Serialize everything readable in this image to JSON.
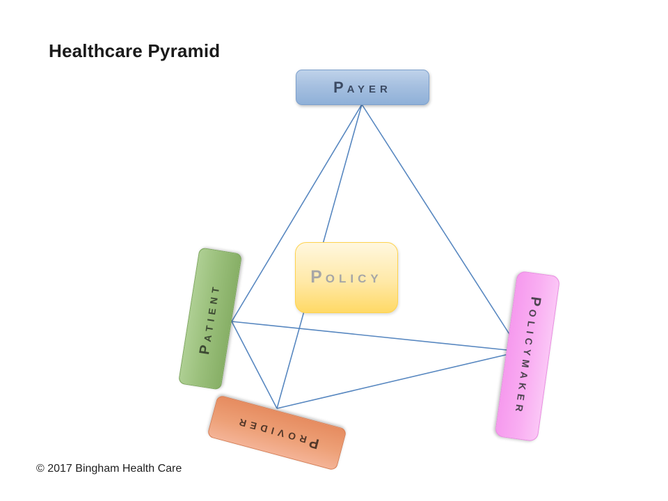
{
  "slide": {
    "title": "Healthcare Pyramid",
    "copyright": "© 2017 Bingham Health Care"
  },
  "diagram": {
    "nodes": {
      "payer": {
        "label": "Payer",
        "fill": "#a6c0e0",
        "border": "#7da0cc",
        "text_color": "#3b4a63"
      },
      "policy": {
        "label": "Policy",
        "fill": "#ffe9a8",
        "border": "#ffd34d",
        "text_color": "#a6a6a6"
      },
      "patient": {
        "label": "Patient",
        "fill": "#9bc07c",
        "border": "#79a458",
        "text_color": "#3d4a33"
      },
      "provider": {
        "label": "Provider",
        "fill": "#eda077",
        "border": "#d67a4f",
        "text_color": "#53382a"
      },
      "policymaker": {
        "label": "Policymaker",
        "fill": "#f9aef2",
        "border": "#e889e0",
        "text_color": "#4d4450"
      }
    },
    "edges": [
      [
        "payer",
        "patient"
      ],
      [
        "payer",
        "provider"
      ],
      [
        "payer",
        "policymaker"
      ],
      [
        "patient",
        "provider"
      ],
      [
        "patient",
        "policymaker"
      ],
      [
        "provider",
        "policymaker"
      ]
    ],
    "line_color": "#4f81bd"
  }
}
